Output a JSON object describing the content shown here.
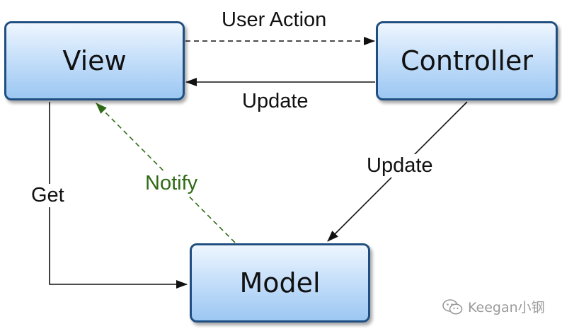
{
  "diagram": {
    "nodes": {
      "view": "View",
      "controller": "Controller",
      "model": "Model"
    },
    "edges": {
      "user_action": "User Action",
      "update_controller_to_view": "Update",
      "update_controller_to_model": "Update",
      "get": "Get",
      "notify": "Notify"
    },
    "colors": {
      "node_border": "#1f4f82",
      "node_fill": "#c7e0fa",
      "arrow": "#111111",
      "notify": "#2f6b16"
    }
  },
  "watermark": {
    "icon": "wechat-icon",
    "text": "Keegan小钢"
  }
}
